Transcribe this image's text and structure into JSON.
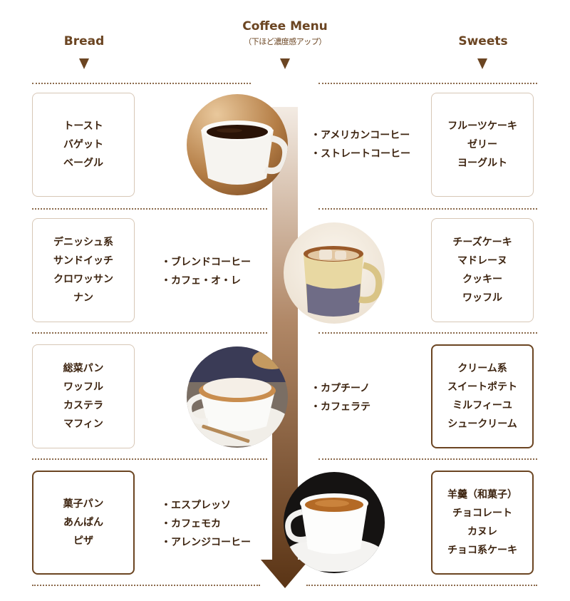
{
  "headers": {
    "bread": "Bread",
    "coffee": "Coffee Menu",
    "coffee_sub": "（下ほど濃度感アップ）",
    "sweets": "Sweets"
  },
  "rows": [
    {
      "bread": [
        "トースト",
        "バゲット",
        "ベーグル"
      ],
      "coffee": [
        "・アメリカンコーヒー",
        "・ストレートコーヒー"
      ],
      "sweets": [
        "フルーツケーキ",
        "ゼリー",
        "ヨーグルト"
      ]
    },
    {
      "bread": [
        "デニッシュ系",
        "サンドイッチ",
        "クロワッサン",
        "ナン"
      ],
      "coffee": [
        "・ブレンドコーヒー",
        "・カフェ・オ・レ"
      ],
      "sweets": [
        "チーズケーキ",
        "マドレーヌ",
        "クッキー",
        "ワッフル"
      ]
    },
    {
      "bread": [
        "総菜パン",
        "ワッフル",
        "カステラ",
        "マフィン"
      ],
      "coffee": [
        "・カプチーノ",
        "・カフェラテ"
      ],
      "sweets": [
        "クリーム系",
        "スイートポテト",
        "ミルフィーユ",
        "シュークリーム"
      ]
    },
    {
      "bread": [
        "菓子パン",
        "あんぱん",
        "ピザ"
      ],
      "coffee": [
        "・エスプレッソ",
        "・カフェモカ",
        "・アレンジコーヒー"
      ],
      "sweets": [
        "羊羹（和菓子）",
        "チョコレート",
        "カヌレ",
        "チョコ系ケーキ"
      ]
    }
  ],
  "colors": {
    "brown": "#6b4522",
    "light_border": "#d7c7b6",
    "text": "#3d2410"
  },
  "icons": [
    "down-triangle-icon",
    "gradient-arrow-icon"
  ]
}
